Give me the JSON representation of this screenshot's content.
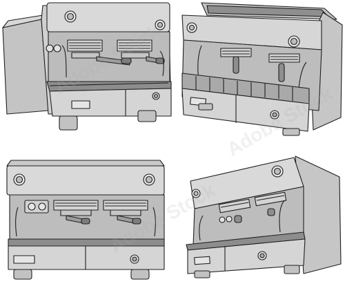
{
  "image": {
    "subject": "espresso-machine",
    "views": [
      "front-left",
      "front-right-top",
      "front",
      "front-right-low"
    ]
  },
  "stock_id": "1524823219",
  "watermark": {
    "text": "Adobe Stock"
  },
  "colors": {
    "body": "#cfcfcf",
    "body_light": "#dddddd",
    "body_dark": "#b8b8b8",
    "outline": "#1e1e1e",
    "background": "#ffffff"
  }
}
